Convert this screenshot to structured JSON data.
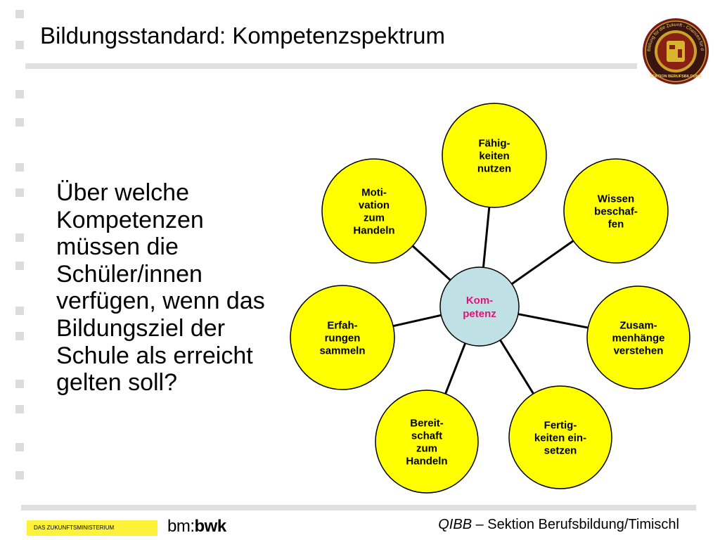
{
  "slide": {
    "title": "Bildungsstandard: Kompetenzspektrum",
    "question": "Über welche Kompetenzen müssen die Schüler/innen verfügen, wenn das Bildungsziel der Schule als erreicht gelten soll?"
  },
  "diagram": {
    "center": {
      "lines": [
        "Kom-",
        "petenz"
      ],
      "fill": "#bfe0e4",
      "text_color": "#e0157a"
    },
    "node_fill": "#ffff00",
    "nodes": [
      {
        "id": "faehigkeiten-nutzen",
        "lines": [
          "Fähig-",
          "keiten",
          "nutzen"
        ]
      },
      {
        "id": "wissen-beschaffen",
        "lines": [
          "Wissen",
          "beschaf-",
          "fen"
        ]
      },
      {
        "id": "zusammenhaenge-verstehen",
        "lines": [
          "Zusam-",
          "menhänge",
          "verstehen"
        ]
      },
      {
        "id": "fertigkeiten-einsetzen",
        "lines": [
          "Fertig-",
          "keiten ein-",
          "setzen"
        ]
      },
      {
        "id": "bereitschaft-zum-handeln",
        "lines": [
          "Bereit-",
          "schaft",
          "zum",
          "Handeln"
        ]
      },
      {
        "id": "erfahrungen-sammeln",
        "lines": [
          "Erfah-",
          "rungen",
          "sammeln"
        ]
      },
      {
        "id": "motivation-zum-handeln",
        "lines": [
          "Moti-",
          "vation",
          "zum",
          "Handeln"
        ]
      }
    ]
  },
  "logo": {
    "ring_text": "Bildung für die Zukunft - Chancen für das Leben",
    "bottom_text": "SEKTION BERUFSBILDUNG"
  },
  "footer": {
    "ministry_label": "DAS ZUKUNFTSMINISTERIUM",
    "brand_prefix": "bm:",
    "brand_bold": "bwk",
    "credit_italic": "QIBB",
    "credit_rest": " – Sektion Berufsbildung/Timischl"
  }
}
